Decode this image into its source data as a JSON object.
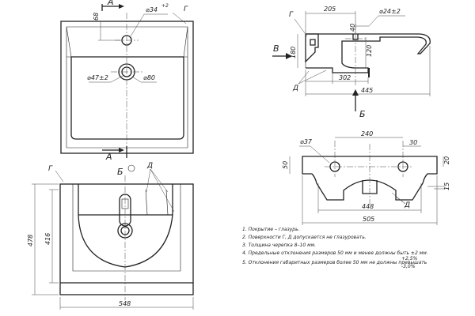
{
  "letters": {
    "a_top": "A",
    "a_bottom": "A",
    "b_left": "B",
    "b_bottom": "Б",
    "b_view": "Б",
    "g_top": "Г",
    "g_side": "Г",
    "g_front": "Г",
    "d_side": "Д",
    "d_front": "Д",
    "d_view": "Д"
  },
  "dims": {
    "top_68": "68",
    "top_hole": "⌀34",
    "top_hole_tol": "+2",
    "top_drain": "⌀47±2",
    "top_drain_80": "⌀80",
    "side_205": "205",
    "side_40": "40",
    "side_hole": "⌀24±2",
    "side_120": "120",
    "side_180": "180",
    "side_302": "302",
    "side_445": "445",
    "view_hole": "⌀37",
    "view_240": "240",
    "view_30": "30",
    "view_50": "50",
    "view_20": "20",
    "view_15": "15",
    "view_448": "448",
    "view_505": "505",
    "front_478": "478",
    "front_416": "416",
    "front_548": "548"
  },
  "notes": [
    "1. Покрытие – глазурь.",
    "2. Поверхности Г, Д допускается не глазуровать.",
    "3. Толщина черепка 8–10 мм.",
    "4. Предельные отклонения размеров 50 мм и менее должны быть ±2 мм.",
    "5. Отклонения габаритных размеров более 50 мм не должны превышать"
  ],
  "tolerance": {
    "upper": "+2,5%",
    "lower": "-3,0%"
  }
}
